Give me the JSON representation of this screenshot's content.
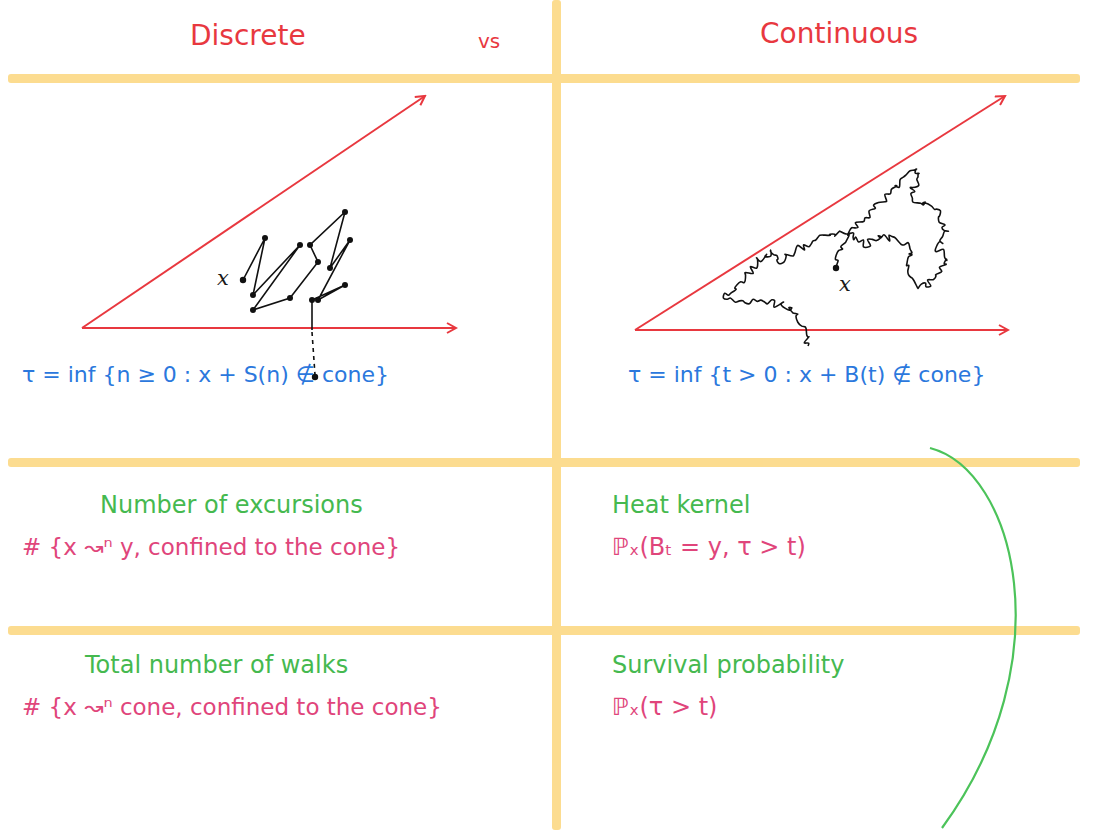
{
  "diagram": {
    "labels": [
      "Discrete",
      "vs",
      "Continuous",
      "x",
      "τ = inf {n ≥ 0 : x + S(n) ∉ cone}",
      "x",
      "τ = inf {t > 0 : x + B(t) ∉ cone}",
      "Number of excursions",
      "# {x ↝ⁿ y, confined to the cone}",
      "Heat kernel",
      "ℙₓ(Bₜ = y, τ > t)",
      "Total number of walks",
      "# {x ↝ⁿ cone, confined to the cone}",
      "Survival probability",
      "ℙₓ(τ > t)"
    ]
  }
}
